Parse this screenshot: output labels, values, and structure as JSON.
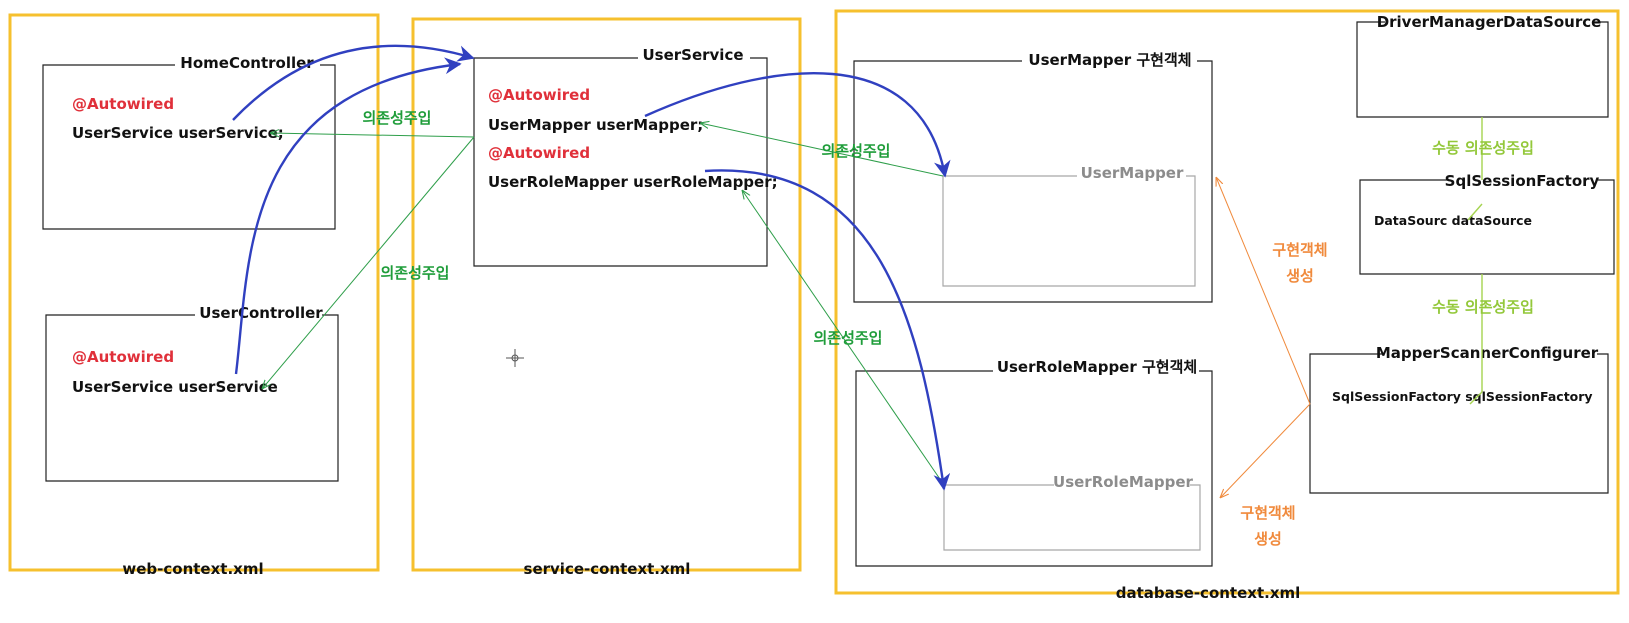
{
  "contexts": {
    "web": "web-context.xml",
    "service": "service-context.xml",
    "database": "database-context.xml"
  },
  "web": {
    "home": {
      "title": "HomeController",
      "annotation": "@Autowired",
      "field": "UserService userService;"
    },
    "user": {
      "title": "UserController",
      "annotation": "@Autowired",
      "field": "UserService userService"
    }
  },
  "service": {
    "title": "UserService",
    "annotation1": "@Autowired",
    "field1": "UserMapper userMapper;",
    "annotation2": "@Autowired",
    "field2": "UserRoleMapper userRoleMapper;"
  },
  "database": {
    "usermapper_impl": {
      "title": "UserMapper 구현객체",
      "inner": "UserMapper"
    },
    "userrolemapper_impl": {
      "title": "UserRoleMapper 구현객체",
      "inner": "UserRoleMapper"
    },
    "datasource": {
      "title": "DriverManagerDataSource"
    },
    "sqlsessionfactory": {
      "title": "SqlSessionFactory",
      "field": "DataSourc dataSource"
    },
    "scanner": {
      "title": "MapperScannerConfigurer",
      "field": "SqlSessionFactory sqlSessionFactory"
    }
  },
  "annotations": {
    "di": "의존성주입",
    "manual_di": "수동 의존성주입",
    "impl_create_line1": "구현객체",
    "impl_create_line2": "생성"
  },
  "colors": {
    "context_border": "#f6c02e",
    "autowired": "#e0303a",
    "dependency_injection": "#1f9d3a",
    "manual_injection": "#93c83a",
    "impl_creation": "#f08a3c",
    "flow_arrow": "#3040c0"
  }
}
